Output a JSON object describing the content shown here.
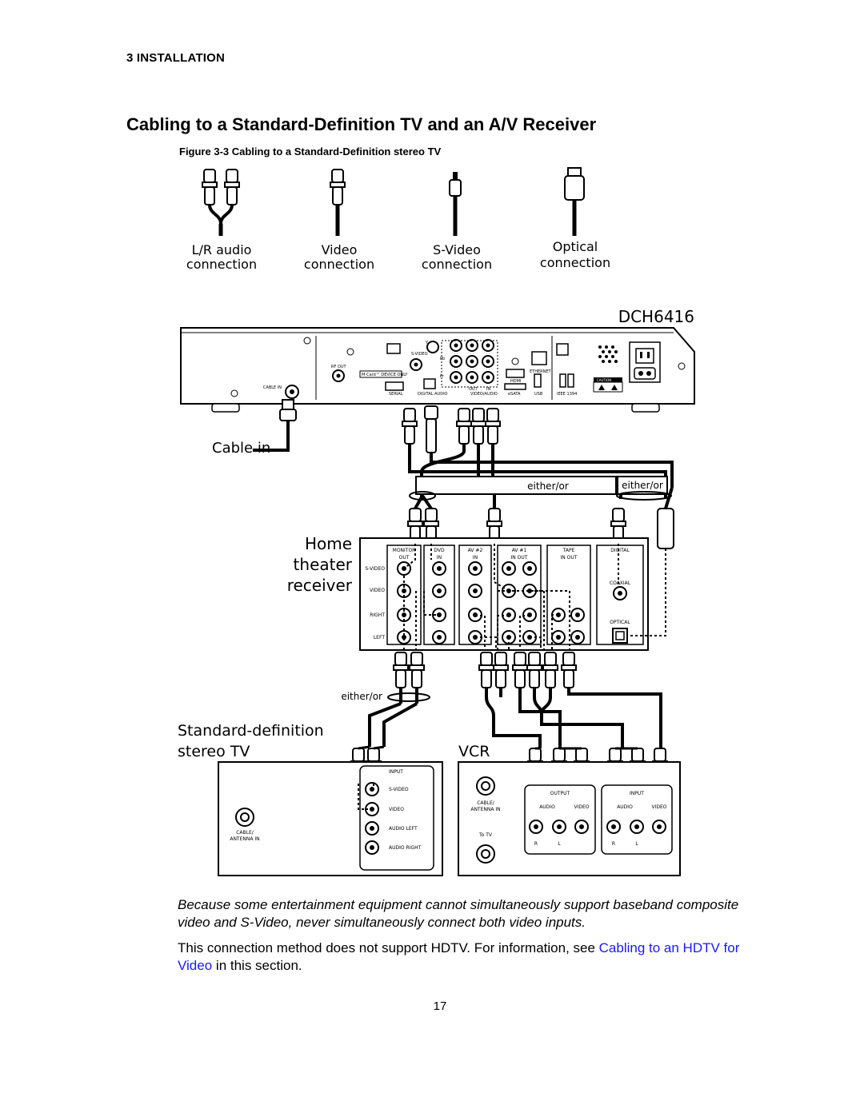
{
  "header": {
    "section": "3 INSTALLATION"
  },
  "title": "Cabling to a Standard-Definition TV and an A/V Receiver",
  "figure": {
    "caption": "Figure 3-3 Cabling to a Standard-Definition stereo TV",
    "connectors": [
      {
        "line1": "L/R audio",
        "line2": "connection"
      },
      {
        "line1": "Video",
        "line2": "connection"
      },
      {
        "line1": "S-Video",
        "line2": "connection"
      },
      {
        "line1": "Optical",
        "line2": "connection"
      }
    ],
    "device_name": "DCH6416",
    "cable_in": "Cable in",
    "either_or": "either/or",
    "receiver": {
      "line1": "Home",
      "line2": "theater",
      "line3": "receiver"
    },
    "tv": {
      "line1": "Standard-definition",
      "line2": "stereo TV"
    },
    "vcr": "VCR",
    "panel": {
      "y": "Y",
      "pb": "Pb",
      "pr": "Pr",
      "s_video": "S-VIDEO",
      "rf_out": "RF OUT",
      "cable_in": "CABLE IN",
      "mcard": "M-Card™ DEVICE ONLY",
      "serial": "SERIAL",
      "digital_audio": "DIGITAL AUDIO",
      "video_audio": "VIDEO/AUDIO",
      "out": "OUT",
      "in": "IN",
      "ethernet": "ETHERNET",
      "hdmi": "HDMI",
      "esata": "eSATA",
      "usb": "USB",
      "ieee": "IEEE 1394",
      "caution": "CAUTION"
    },
    "receiver_panel": {
      "row_labels": [
        "S-VIDEO",
        "VIDEO",
        "RIGHT",
        "LEFT"
      ],
      "columns": [
        "MONITOR",
        "DVD",
        "AV #2",
        "AV #1",
        "TAPE",
        "DIGITAL"
      ],
      "monitor_sub": "OUT",
      "dvd_sub": "IN",
      "av2_sub": "IN",
      "av1_sub": "IN   OUT",
      "tape_sub": "IN   OUT",
      "coaxial": "COAXIAL",
      "optical": "OPTICAL"
    },
    "tv_panel": {
      "input": "INPUT",
      "s_video": "S-VIDEO",
      "video": "VIDEO",
      "audio_left": "AUDIO LEFT",
      "audio_right": "AUDIO RIGHT",
      "cable_antenna_1": "CABLE/",
      "cable_antenna_2": "ANTENNA IN"
    },
    "vcr_panel": {
      "cable_antenna_1": "CABLE/",
      "cable_antenna_2": "ANTENNA IN",
      "to_tv": "To TV",
      "output": "OUTPUT",
      "input": "INPUT",
      "audio": "AUDIO",
      "video": "VIDEO",
      "r": "R",
      "l": "L"
    }
  },
  "note_italic": "Because some entertainment equipment cannot simultaneously support baseband composite video and S-Video, never simultaneously connect both video inputs.",
  "note": {
    "before": "This connection method does not support HDTV. For information, see ",
    "link": "Cabling to an HDTV for Video",
    "after": " in this section.",
    "link_color": "#1a1aff"
  },
  "page_number": "17"
}
